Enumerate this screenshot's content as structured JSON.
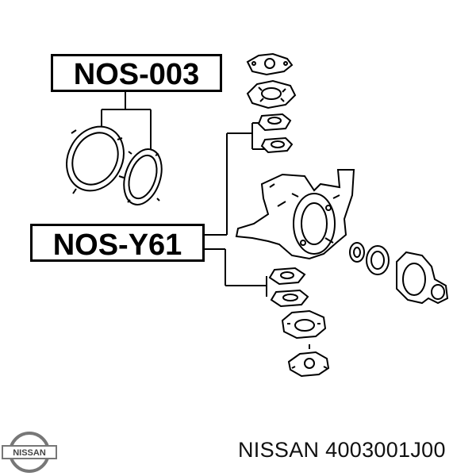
{
  "callouts": {
    "upper_part_number": "NOS-003",
    "lower_part_number": "NOS-Y61"
  },
  "footer": {
    "label": "NISSAN 4003001J00"
  },
  "logo": {
    "text": "NISSAN",
    "icon": "nissan-logo-icon"
  },
  "colors": {
    "ink": "#000000",
    "background": "#ffffff"
  }
}
